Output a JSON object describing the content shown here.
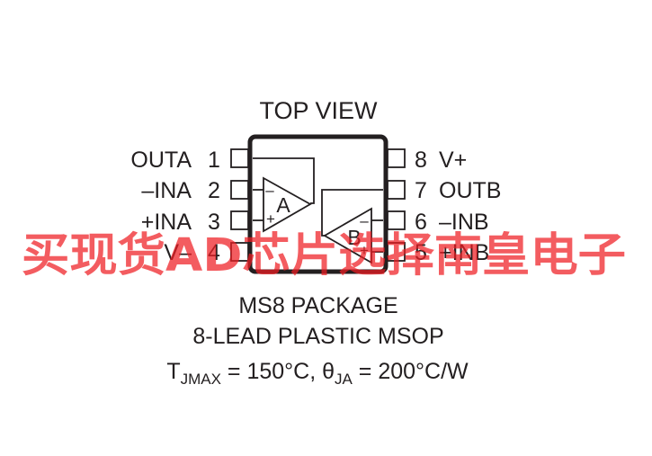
{
  "title": "TOP VIEW",
  "pins_left": [
    {
      "name": "OUTA",
      "number": "1"
    },
    {
      "name": "–INA",
      "number": "2"
    },
    {
      "name": "+INA",
      "number": "3"
    },
    {
      "name": "V–",
      "number": "4"
    }
  ],
  "pins_right": [
    {
      "name": "V+",
      "number": "8"
    },
    {
      "name": "OUTB",
      "number": "7"
    },
    {
      "name": "–INB",
      "number": "6"
    },
    {
      "name": "+INB",
      "number": "5"
    }
  ],
  "amp_a": {
    "label": "A",
    "minus": "–",
    "plus": "+"
  },
  "amp_b": {
    "label": "B",
    "minus": "–",
    "plus": "+"
  },
  "package": {
    "line1": "MS8 PACKAGE",
    "line2": "8-LEAD PLASTIC MSOP"
  },
  "thermal": {
    "t": "T",
    "t_sub": "JMAX",
    "t_value": " = 150°C, ",
    "theta": "θ",
    "theta_sub": "JA",
    "theta_value": " = 200°C/W"
  },
  "watermark": "买现货AD芯片选择南皇电子",
  "colors": {
    "ink": "#231f20",
    "watermark": "#ee1d23"
  }
}
